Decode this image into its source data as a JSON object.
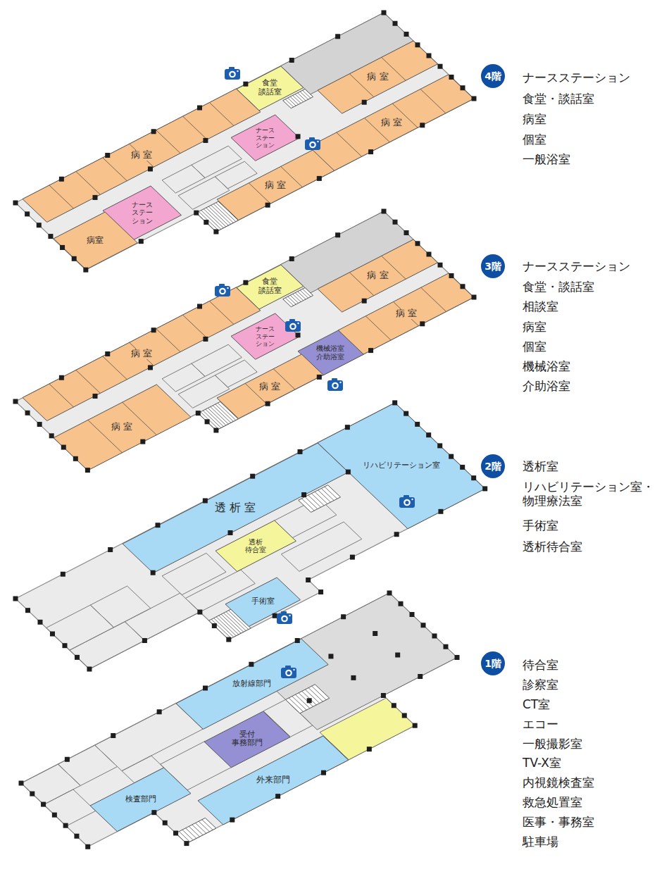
{
  "diagram": {
    "nodes": [
      {
        "text": [
          "4階"
        ]
      },
      {
        "text": [
          "食堂 談話室"
        ]
      },
      {
        "text": [
          "病 室"
        ]
      },
      {
        "text": [
          "ナース ステー ション"
        ]
      },
      {
        "text": [
          "病 室"
        ]
      },
      {
        "text": [
          "病 室"
        ]
      },
      {
        "text": [
          "病 室"
        ]
      },
      {
        "text": [
          "ナース ステー ション"
        ]
      },
      {
        "text": [
          "病室"
        ]
      },
      {
        "text": [
          "3階"
        ]
      },
      {
        "text": [
          "食堂 談話室"
        ]
      },
      {
        "text": [
          "病 室"
        ]
      },
      {
        "text": [
          "ナース ステー ション"
        ]
      },
      {
        "text": [
          "病 室"
        ]
      },
      {
        "text": [
          "機械浴室",
          "介助浴室"
        ]
      },
      {
        "text": [
          "病 室"
        ]
      },
      {
        "text": [
          "病 室"
        ]
      },
      {
        "text": [
          "病 室"
        ]
      },
      {
        "text": [
          "2階"
        ]
      },
      {
        "text": [
          "透 析 室"
        ]
      },
      {
        "text": [
          "リハビリテーション室"
        ]
      },
      {
        "text": [
          "透析 待合室"
        ]
      },
      {
        "text": [
          "手術室"
        ]
      },
      {
        "text": [
          "1階"
        ]
      },
      {
        "text": [
          "放射線部門"
        ]
      },
      {
        "text": [
          "受付 事務部門"
        ]
      },
      {
        "text": [
          "外来部門"
        ]
      },
      {
        "text": [
          "検査部門"
        ]
      }
    ],
    "labels": [
      "ナースステーション",
      "食堂・談話室",
      "病室",
      "個室",
      "一般浴室",
      "ナースステーション",
      "食堂・談話室",
      "相談室",
      "病室",
      "個室",
      "機械浴室",
      "介助浴室",
      "透析室",
      "リハビリテーション室・ 物理療法室",
      "手術室",
      "透析待合室",
      "待合室",
      "診察室",
      "CT室",
      "エコー",
      "一般撮影室",
      "TV-X室",
      "内視鏡検査室",
      "救急処置室",
      "医事・事務室",
      "駐車場"
    ]
  }
}
